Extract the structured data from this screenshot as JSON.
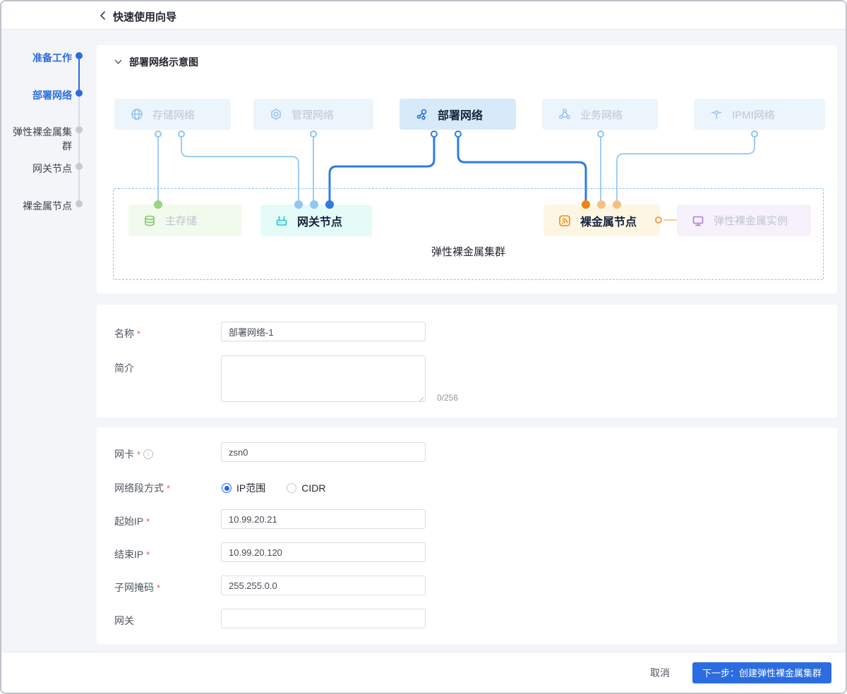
{
  "required_mark": "*",
  "header": {
    "title": "快速使用向导"
  },
  "stepper": {
    "steps": [
      {
        "label": "准备工作",
        "state": "done"
      },
      {
        "label": "部署网络",
        "state": "active"
      },
      {
        "label": "弹性裸金属集群",
        "state": "pending"
      },
      {
        "label": "网关节点",
        "state": "pending"
      },
      {
        "label": "裸金属节点",
        "state": "pending"
      }
    ]
  },
  "diagram": {
    "section_title": "部署网络示意图",
    "top_nodes": [
      {
        "label": "存储网络",
        "icon": "globe-icon",
        "active": false
      },
      {
        "label": "管理网络",
        "icon": "gear-icon",
        "active": false
      },
      {
        "label": "部署网络",
        "icon": "share-nodes-icon",
        "active": true
      },
      {
        "label": "业务网络",
        "icon": "tri-nodes-icon",
        "active": false
      },
      {
        "label": "IPMI网络",
        "icon": "probe-icon",
        "active": false
      }
    ],
    "bottom_nodes": [
      {
        "label": "主存储",
        "icon": "database-icon",
        "theme": "green"
      },
      {
        "label": "网关节点",
        "icon": "router-icon",
        "theme": "cyan"
      },
      {
        "label": "裸金属节点",
        "icon": "rss-icon",
        "theme": "orange"
      },
      {
        "label": "弹性裸金属实例",
        "icon": "monitor-icon",
        "theme": "purple"
      }
    ],
    "cluster_label": "弹性裸金属集群"
  },
  "form_basic": {
    "name_label": "名称",
    "name_value": "部署网络-1",
    "desc_label": "简介",
    "desc_value": "",
    "desc_counter": "0/256"
  },
  "form_network": {
    "nic_label": "网卡",
    "nic_value": "zsn0",
    "segment_label": "网络段方式",
    "segment_options": [
      {
        "label": "IP范围",
        "selected": true
      },
      {
        "label": "CIDR",
        "selected": false
      }
    ],
    "start_ip_label": "起始IP",
    "start_ip_value": "10.99.20.21",
    "end_ip_label": "结束IP",
    "end_ip_value": "10.99.20.120",
    "netmask_label": "子网掩码",
    "netmask_value": "255.255.0.0",
    "gateway_label": "网关",
    "gateway_value": ""
  },
  "footer": {
    "cancel_label": "取消",
    "next_label": "下一步：创建弹性裸金属集群"
  },
  "colors": {
    "primary": "#2b6de0",
    "light_line": "#9fcdf5",
    "dark_line": "#2e7ce0",
    "green": "#85cf6e",
    "cyan": "#1fc6cd",
    "orange": "#f28b13",
    "purple": "#aa7ce0"
  }
}
